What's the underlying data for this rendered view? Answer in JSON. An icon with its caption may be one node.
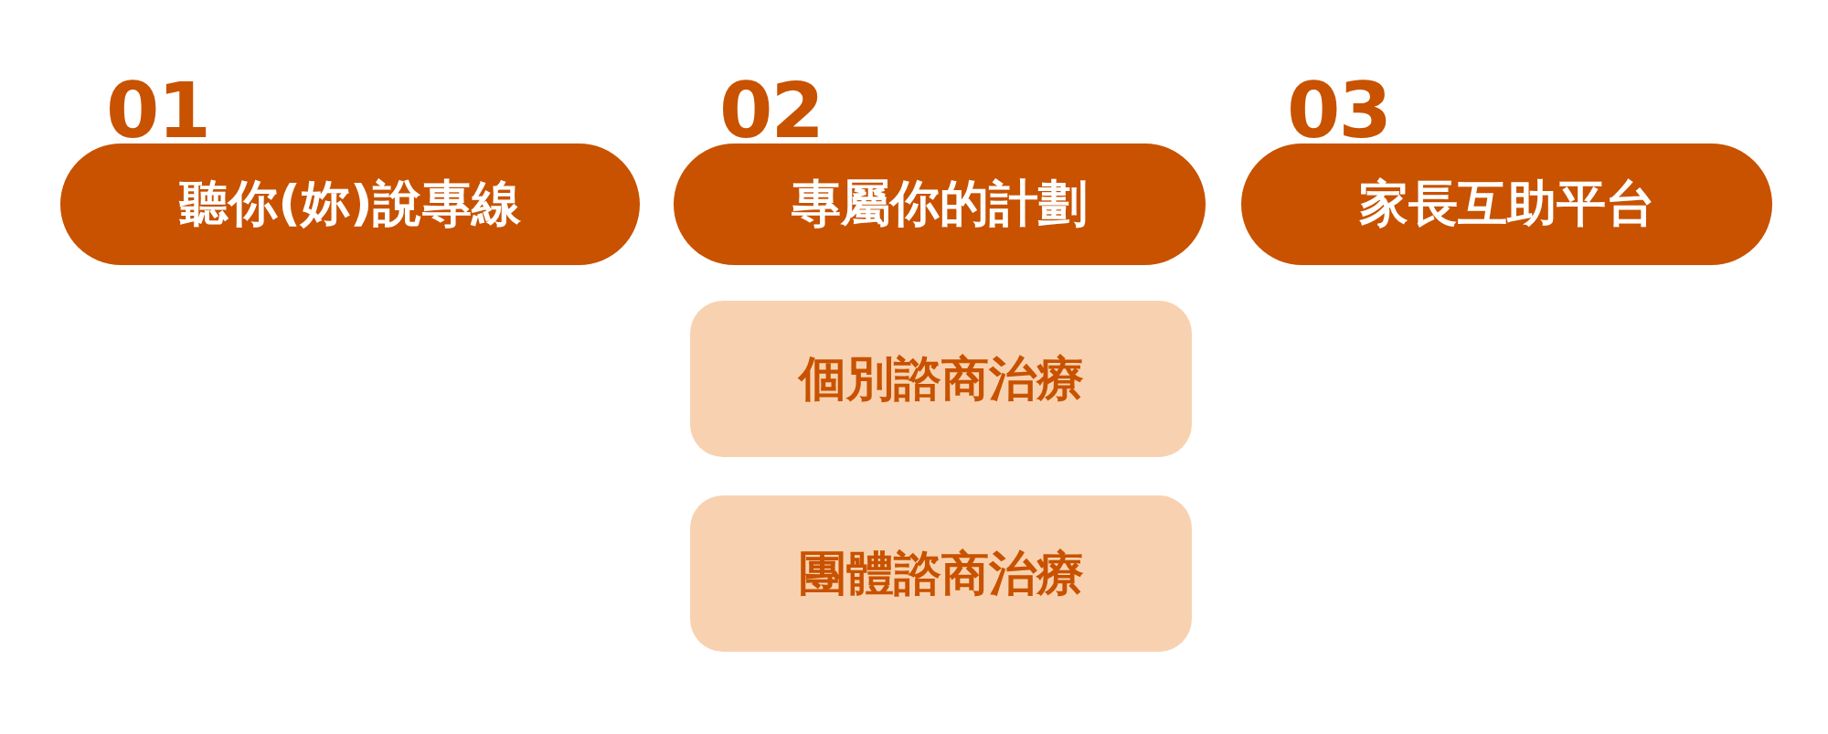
{
  "diagram": {
    "nodes": [
      {
        "text": [
          "01",
          "聽你(妳)說專線"
        ]
      },
      {
        "text": [
          "02",
          "專屬你的計劃"
        ]
      },
      {
        "text": [
          "03",
          "家長互助平台"
        ]
      },
      {
        "text": [
          "個別諮商治療"
        ]
      },
      {
        "text": [
          "團體諮商治療"
        ]
      }
    ]
  }
}
